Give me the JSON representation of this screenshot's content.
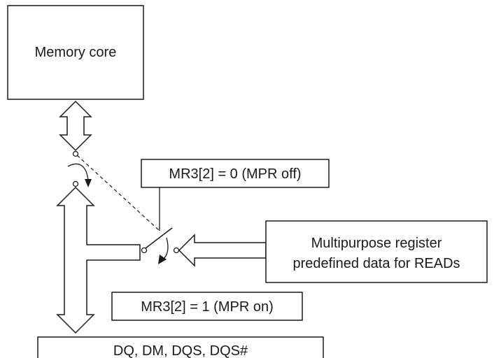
{
  "diagram": {
    "memory_core": "Memory core",
    "mpr_off": "MR3[2] = 0 (MPR off)",
    "mpr_on": "MR3[2] = 1 (MPR on)",
    "register_line1": "Multipurpose register",
    "register_line2": "predefined data for READs",
    "io_pins": "DQ, DM, DQS, DQS#"
  },
  "colors": {
    "stroke": "#1a1a1a",
    "background": "#ffffff"
  }
}
